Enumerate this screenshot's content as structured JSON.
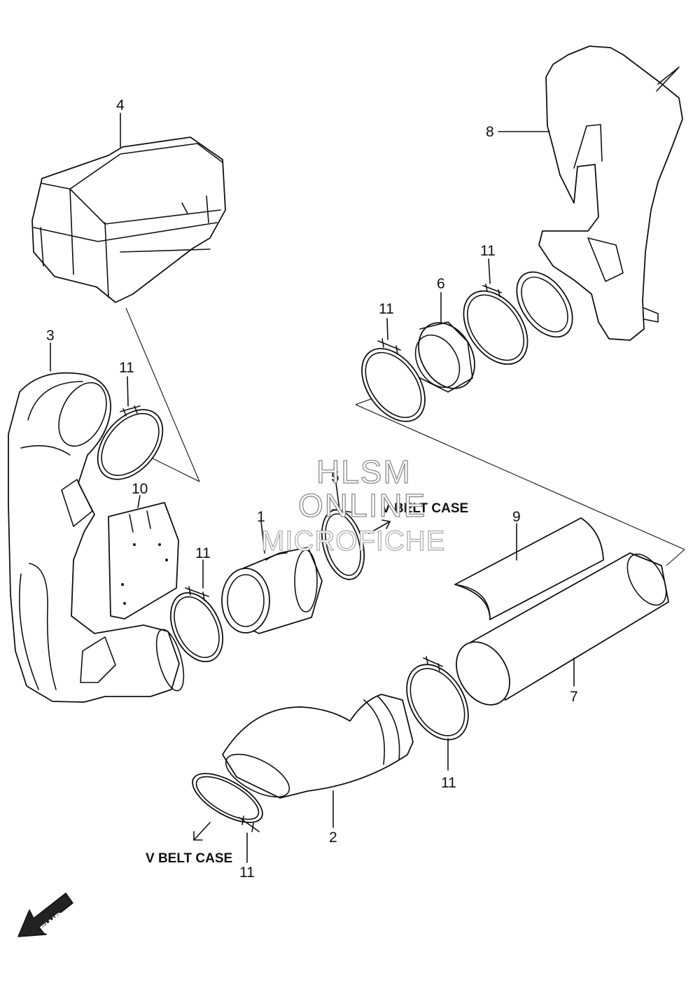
{
  "callouts": {
    "p1": "1",
    "p2": "2",
    "p3": "3",
    "p4": "4",
    "p5": "5",
    "p6": "6",
    "p7": "7",
    "p8": "8",
    "p9": "9",
    "p10": "10",
    "p11a": "11",
    "p11b": "11",
    "p11c": "11",
    "p11d": "11",
    "p11e": "11",
    "p11f": "11"
  },
  "notes": {
    "v_belt_case_top": "V BELT CASE",
    "v_belt_case_bottom": "V BELT CASE",
    "fwd": "FWD"
  },
  "watermark": {
    "line1": "HLSM",
    "line2": "ONLINE",
    "line3": "MICROFICHE"
  }
}
